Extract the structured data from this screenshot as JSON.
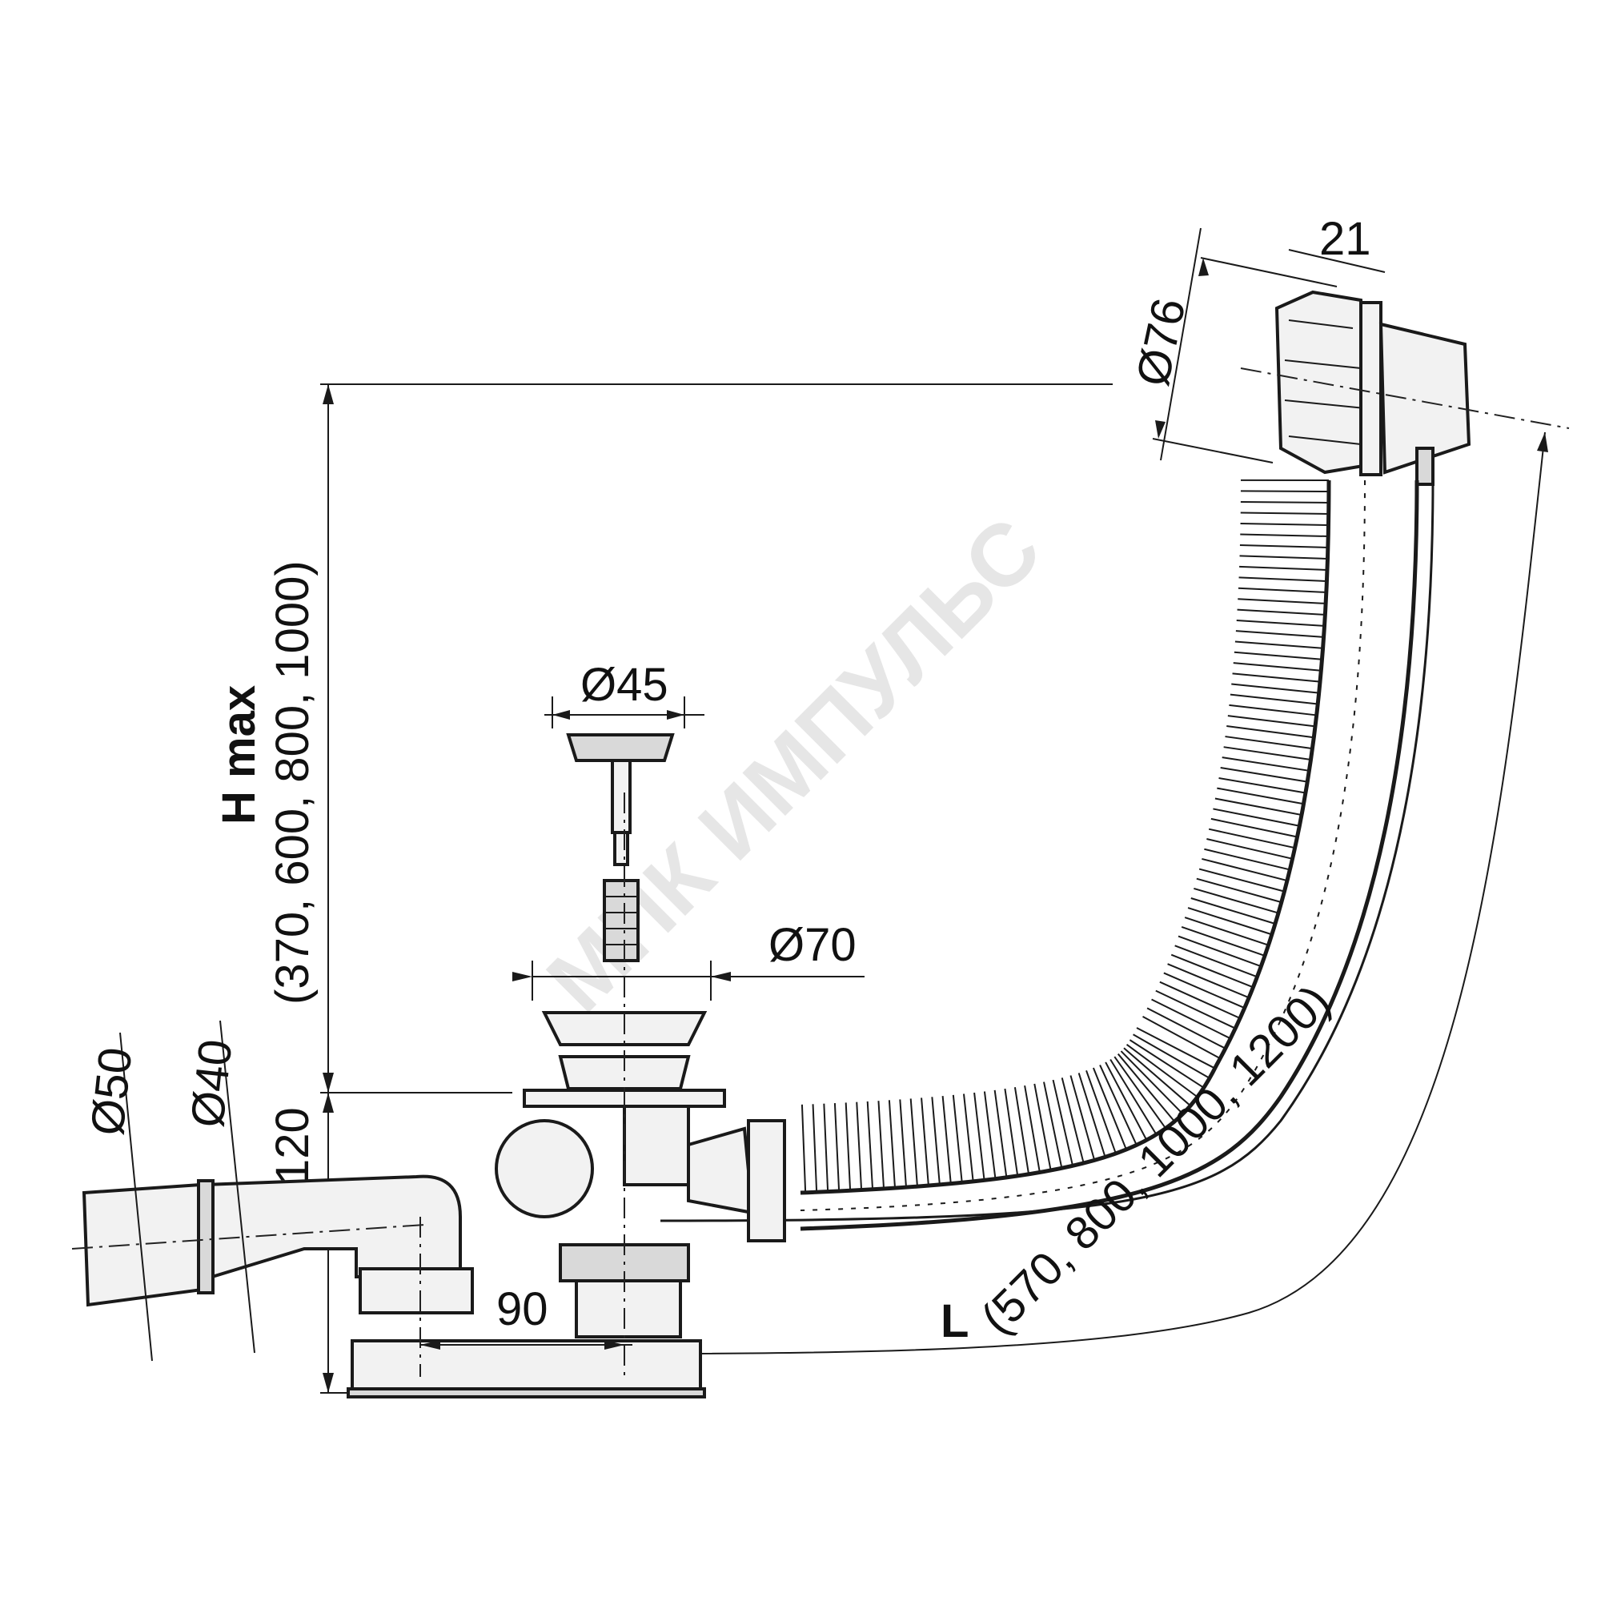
{
  "watermark": "МПК ИМПУЛЬС",
  "dimensions": {
    "d76": "Ø76",
    "w21": "21",
    "d45": "Ø45",
    "d70": "Ø70",
    "d50": "Ø50",
    "d40": "Ø40",
    "h120": "120",
    "w90": "90",
    "hmax_label": "H max",
    "hmax_values": "(370, 600, 800, 1000)",
    "l_label": "L",
    "l_values": "(570, 800, 1000, 1200)"
  },
  "colors": {
    "line": "#1a1a1a",
    "part_fill": "#f2f2f2",
    "watermark": "#e6e6e6"
  }
}
